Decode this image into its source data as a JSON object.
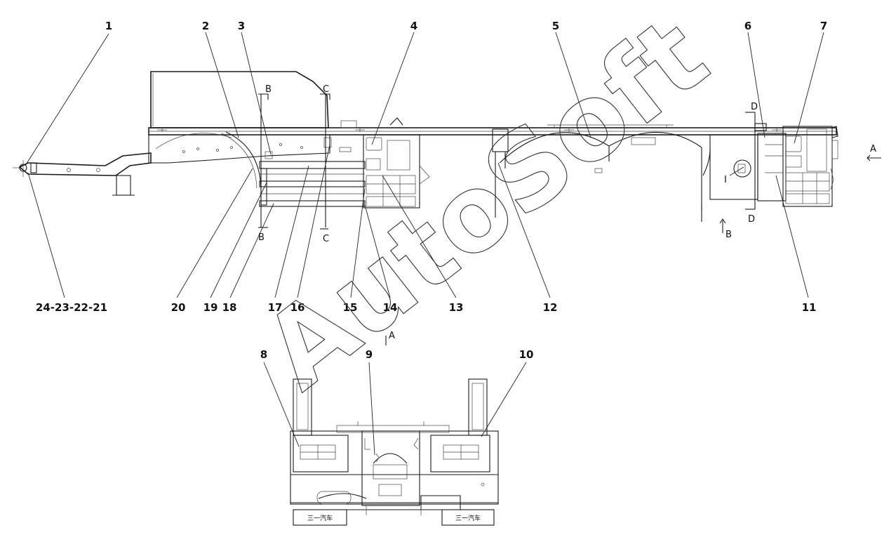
{
  "side_view_callouts": [
    "1",
    "2",
    "3",
    "4",
    "5",
    "6",
    "7",
    "24-23-22-21",
    "20",
    "19",
    "18",
    "17",
    "16",
    "15",
    "14",
    "13",
    "12",
    "11"
  ],
  "rear_view_callouts": [
    "8",
    "9",
    "10"
  ],
  "section_marks": {
    "a_right": "A",
    "a_bottom": "A",
    "b_top": "B",
    "b_bottom": "B",
    "b_right": "B",
    "c_top": "C",
    "c_bottom": "C",
    "d_top": "D",
    "d_bottom": "D",
    "detail": "I"
  },
  "plates": {
    "left": "三一汽车",
    "right": "三一汽车"
  },
  "watermark": "AutoSoft"
}
